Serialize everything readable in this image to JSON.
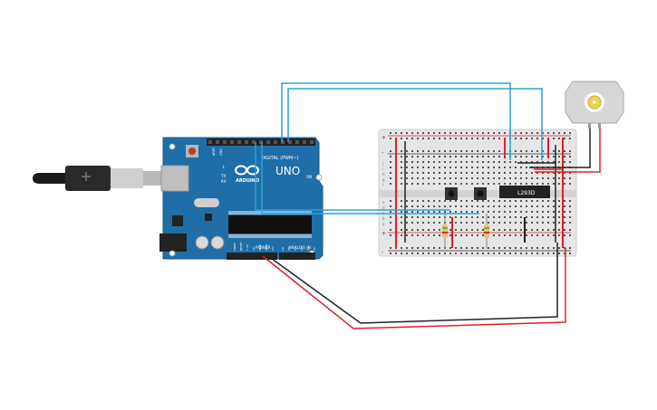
{
  "arduino": {
    "brand": "ARDUINO",
    "model": "UNO",
    "digital_header": "DIGITAL (PWM~)",
    "power_header": "POWER",
    "analog_header": "ANALOG IN",
    "on_label": "ON",
    "tx_label": "TX",
    "rx_label": "RX",
    "l_label": "L",
    "aref_label": "AREF",
    "gnd_label": "GND",
    "power_pins": [
      "IOREF",
      "RESET",
      "3.3V",
      "5V",
      "GND",
      "GND",
      "Vin"
    ],
    "analog_pins": [
      "A0",
      "A1",
      "A2",
      "A3",
      "A4",
      "A5"
    ]
  },
  "breadboard": {
    "row_letters_top": [
      "j",
      "i",
      "h",
      "g",
      "f"
    ],
    "row_letters_bottom": [
      "e",
      "d",
      "c",
      "b",
      "a"
    ],
    "rail_plus": "+",
    "rail_minus": "-"
  },
  "driver_ic": {
    "label": "L293D"
  },
  "colors": {
    "board": "#1f6ea8",
    "wire_signal": "#29a3d6",
    "wire_power": "#e0202a",
    "wire_ground": "#222222",
    "breadboard": "#e6e6e6"
  }
}
